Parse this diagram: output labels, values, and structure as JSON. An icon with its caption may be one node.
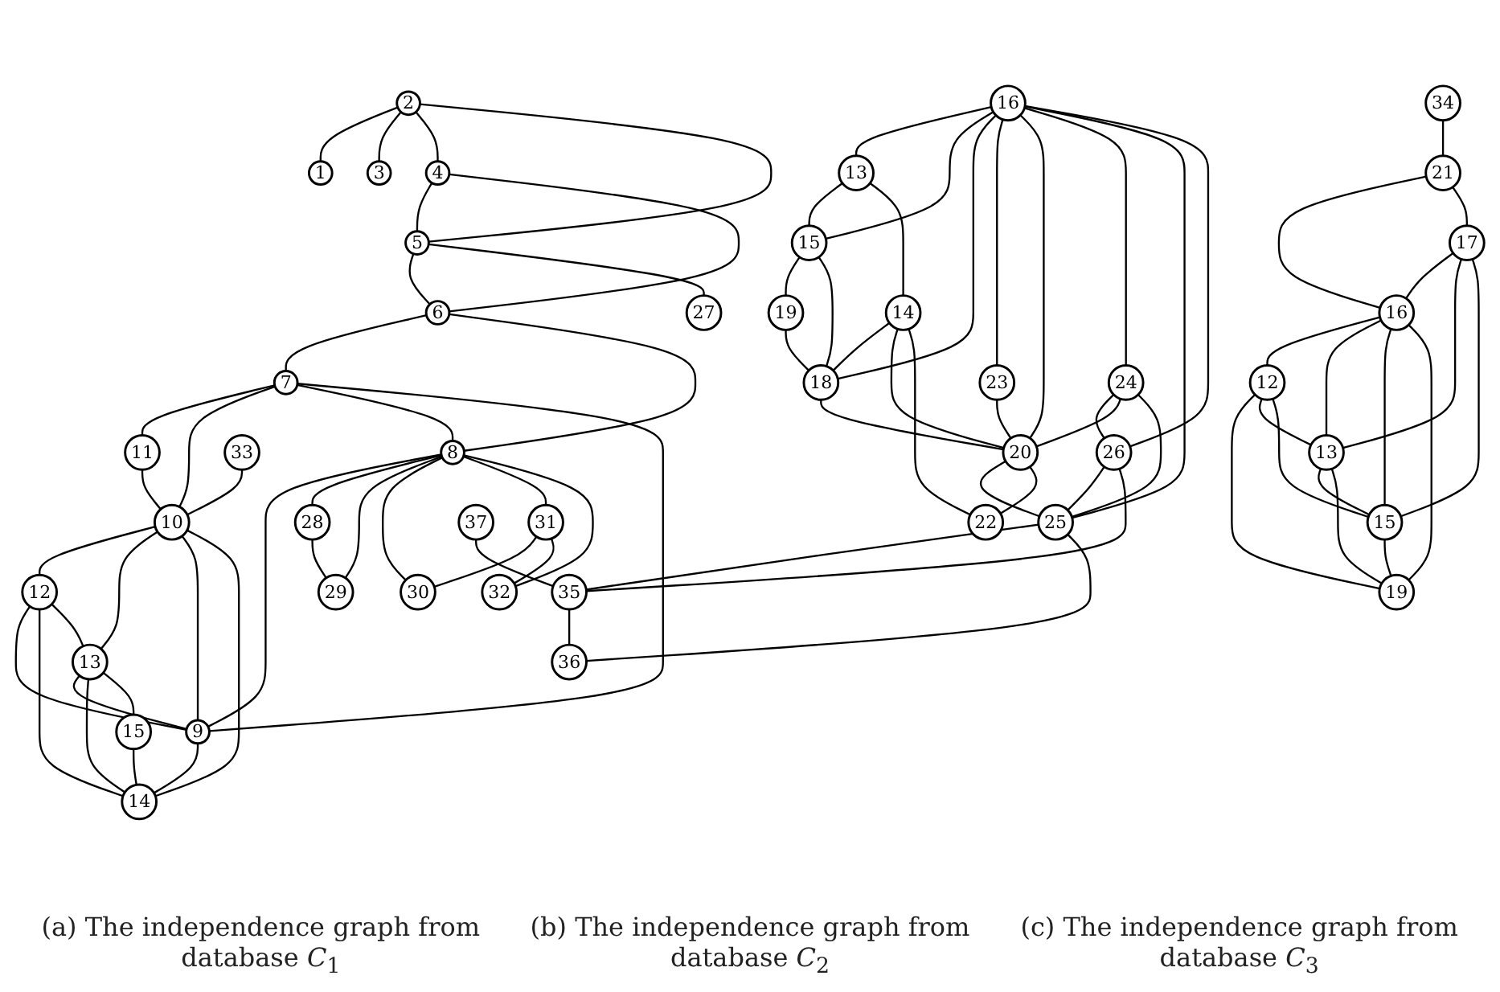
{
  "diagram": {
    "nodes": [
      {
        "text": [
          "1"
        ]
      },
      {
        "text": [
          "2"
        ]
      },
      {
        "text": [
          "3"
        ]
      },
      {
        "text": [
          "4"
        ]
      },
      {
        "text": [
          "5"
        ]
      },
      {
        "text": [
          "6"
        ]
      },
      {
        "text": [
          "7"
        ]
      },
      {
        "text": [
          "8"
        ]
      },
      {
        "text": [
          "9"
        ]
      },
      {
        "text": [
          "10"
        ]
      },
      {
        "text": [
          "11"
        ]
      },
      {
        "text": [
          "12"
        ]
      },
      {
        "text": [
          "13"
        ]
      },
      {
        "text": [
          "14"
        ]
      },
      {
        "text": [
          "15"
        ]
      },
      {
        "text": [
          "27"
        ]
      },
      {
        "text": [
          "28"
        ]
      },
      {
        "text": [
          "29"
        ]
      },
      {
        "text": [
          "30"
        ]
      },
      {
        "text": [
          "31"
        ]
      },
      {
        "text": [
          "32"
        ]
      },
      {
        "text": [
          "33"
        ]
      },
      {
        "text": [
          "13"
        ]
      },
      {
        "text": [
          "14"
        ]
      },
      {
        "text": [
          "15"
        ]
      },
      {
        "text": [
          "16"
        ]
      },
      {
        "text": [
          "18"
        ]
      },
      {
        "text": [
          "19"
        ]
      },
      {
        "text": [
          "20"
        ]
      },
      {
        "text": [
          "22"
        ]
      },
      {
        "text": [
          "23"
        ]
      },
      {
        "text": [
          "24"
        ]
      },
      {
        "text": [
          "25"
        ]
      },
      {
        "text": [
          "26"
        ]
      },
      {
        "text": [
          "35"
        ]
      },
      {
        "text": [
          "36"
        ]
      },
      {
        "text": [
          "37"
        ]
      },
      {
        "text": [
          "12"
        ]
      },
      {
        "text": [
          "13"
        ]
      },
      {
        "text": [
          "15"
        ]
      },
      {
        "text": [
          "16"
        ]
      },
      {
        "text": [
          "17"
        ]
      },
      {
        "text": [
          "19"
        ]
      },
      {
        "text": [
          "21"
        ]
      },
      {
        "text": [
          "34"
        ]
      }
    ],
    "edges": [
      {
        "from": 1,
        "to": 0,
        "arrow": "none"
      },
      {
        "from": 1,
        "to": 2,
        "arrow": "none"
      },
      {
        "from": 1,
        "to": 3,
        "arrow": "none"
      },
      {
        "from": 1,
        "to": 4,
        "arrow": "none"
      },
      {
        "from": 3,
        "to": 4,
        "arrow": "none"
      },
      {
        "from": 3,
        "to": 5,
        "arrow": "none"
      },
      {
        "from": 4,
        "to": 5,
        "arrow": "none"
      },
      {
        "from": 4,
        "to": 15,
        "arrow": "none"
      },
      {
        "from": 5,
        "to": 6,
        "arrow": "none"
      },
      {
        "from": 5,
        "to": 7,
        "arrow": "none"
      },
      {
        "from": 6,
        "to": 10,
        "arrow": "none"
      },
      {
        "from": 6,
        "to": 9,
        "arrow": "none"
      },
      {
        "from": 6,
        "to": 7,
        "arrow": "none"
      },
      {
        "from": 6,
        "to": 8,
        "arrow": "none"
      },
      {
        "from": 10,
        "to": 9,
        "arrow": "none"
      },
      {
        "from": 21,
        "to": 9,
        "arrow": "none"
      },
      {
        "from": 9,
        "to": 11,
        "arrow": "none"
      },
      {
        "from": 9,
        "to": 12,
        "arrow": "none"
      },
      {
        "from": 9,
        "to": 8,
        "arrow": "none"
      },
      {
        "from": 9,
        "to": 13,
        "arrow": "none"
      },
      {
        "from": 11,
        "to": 8,
        "arrow": "none"
      },
      {
        "from": 11,
        "to": 13,
        "arrow": "none"
      },
      {
        "from": 11,
        "to": 12,
        "arrow": "none"
      },
      {
        "from": 12,
        "to": 8,
        "arrow": "none"
      },
      {
        "from": 12,
        "to": 13,
        "arrow": "none"
      },
      {
        "from": 12,
        "to": 14,
        "arrow": "none"
      },
      {
        "from": 14,
        "to": 13,
        "arrow": "none"
      },
      {
        "from": 7,
        "to": 8,
        "arrow": "none"
      },
      {
        "from": 8,
        "to": 13,
        "arrow": "none"
      },
      {
        "from": 7,
        "to": 16,
        "arrow": "none"
      },
      {
        "from": 7,
        "to": 17,
        "arrow": "none"
      },
      {
        "from": 7,
        "to": 18,
        "arrow": "none"
      },
      {
        "from": 7,
        "to": 19,
        "arrow": "none"
      },
      {
        "from": 7,
        "to": 20,
        "arrow": "none"
      },
      {
        "from": 16,
        "to": 17,
        "arrow": "none"
      },
      {
        "from": 19,
        "to": 18,
        "arrow": "none"
      },
      {
        "from": 19,
        "to": 20,
        "arrow": "none"
      },
      {
        "from": 25,
        "to": 22,
        "arrow": "none"
      },
      {
        "from": 25,
        "to": 24,
        "arrow": "none"
      },
      {
        "from": 25,
        "to": 26,
        "arrow": "none"
      },
      {
        "from": 25,
        "to": 30,
        "arrow": "none"
      },
      {
        "from": 25,
        "to": 28,
        "arrow": "none"
      },
      {
        "from": 25,
        "to": 31,
        "arrow": "none"
      },
      {
        "from": 25,
        "to": 32,
        "arrow": "none"
      },
      {
        "from": 25,
        "to": 33,
        "arrow": "none"
      },
      {
        "from": 31,
        "to": 33,
        "arrow": "none"
      },
      {
        "from": 31,
        "to": 28,
        "arrow": "none"
      },
      {
        "from": 31,
        "to": 32,
        "arrow": "none"
      },
      {
        "from": 33,
        "to": 32,
        "arrow": "none"
      },
      {
        "from": 33,
        "to": 34,
        "arrow": "none"
      },
      {
        "from": 36,
        "to": 34,
        "arrow": "none"
      },
      {
        "from": 22,
        "to": 24,
        "arrow": "none"
      },
      {
        "from": 24,
        "to": 27,
        "arrow": "none"
      },
      {
        "from": 27,
        "to": 26,
        "arrow": "none"
      },
      {
        "from": 24,
        "to": 26,
        "arrow": "none"
      },
      {
        "from": 26,
        "to": 28,
        "arrow": "none"
      },
      {
        "from": 30,
        "to": 28,
        "arrow": "none"
      },
      {
        "from": 28,
        "to": 32,
        "arrow": "none"
      },
      {
        "from": 32,
        "to": 34,
        "arrow": "none"
      },
      {
        "from": 32,
        "to": 35,
        "arrow": "none"
      },
      {
        "from": 34,
        "to": 35,
        "arrow": "none"
      },
      {
        "from": 22,
        "to": 23,
        "arrow": "none"
      },
      {
        "from": 23,
        "to": 26,
        "arrow": "none"
      },
      {
        "from": 23,
        "to": 28,
        "arrow": "none"
      },
      {
        "from": 23,
        "to": 29,
        "arrow": "none"
      },
      {
        "from": 28,
        "to": 29,
        "arrow": "none"
      },
      {
        "from": 44,
        "to": 43,
        "arrow": "none"
      },
      {
        "from": 43,
        "to": 40,
        "arrow": "none"
      },
      {
        "from": 43,
        "to": 41,
        "arrow": "none"
      },
      {
        "from": 41,
        "to": 40,
        "arrow": "none"
      },
      {
        "from": 41,
        "to": 38,
        "arrow": "none"
      },
      {
        "from": 41,
        "to": 39,
        "arrow": "none"
      },
      {
        "from": 40,
        "to": 37,
        "arrow": "none"
      },
      {
        "from": 40,
        "to": 38,
        "arrow": "none"
      },
      {
        "from": 40,
        "to": 39,
        "arrow": "none"
      },
      {
        "from": 40,
        "to": 42,
        "arrow": "none"
      },
      {
        "from": 37,
        "to": 42,
        "arrow": "none"
      },
      {
        "from": 37,
        "to": 38,
        "arrow": "none"
      },
      {
        "from": 37,
        "to": 39,
        "arrow": "none"
      },
      {
        "from": 38,
        "to": 39,
        "arrow": "none"
      },
      {
        "from": 38,
        "to": 42,
        "arrow": "none"
      },
      {
        "from": 39,
        "to": 42,
        "arrow": "none"
      }
    ],
    "labels": [
      "(a) The independence graph from database *C*$_{1}$",
      "(b) The independence graph from database *C*$_{2}$",
      "(c) The independence graph from database *C*$_{3}$"
    ]
  }
}
